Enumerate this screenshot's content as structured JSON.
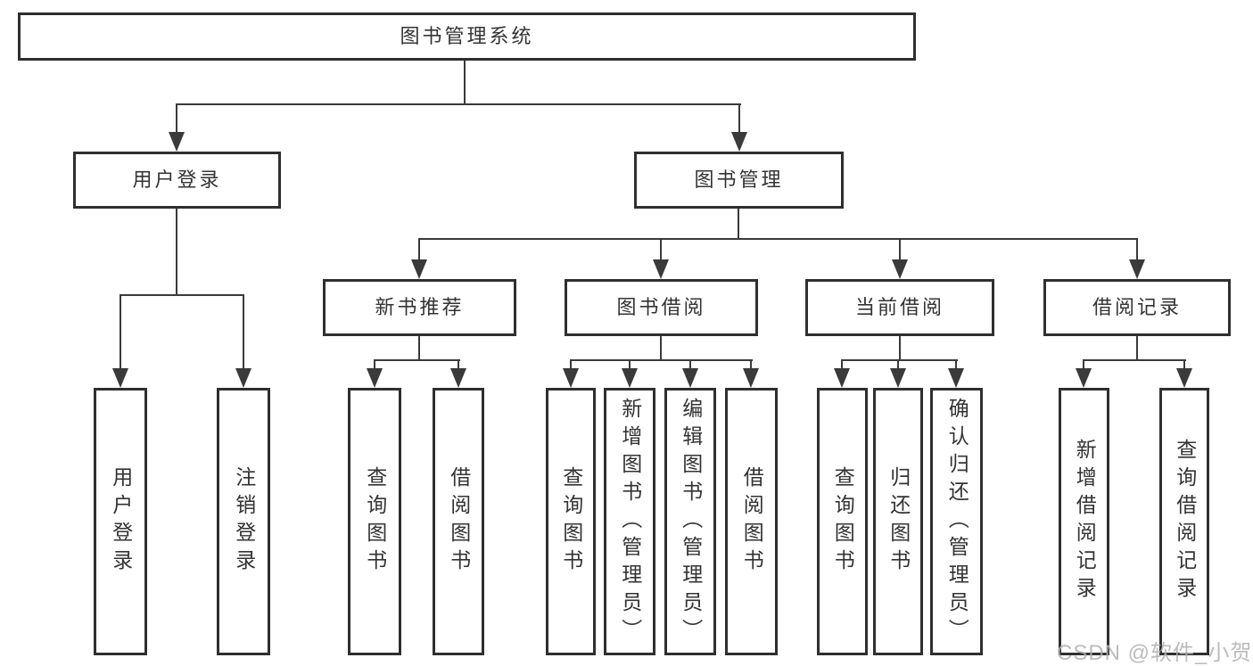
{
  "diagram": {
    "root": {
      "label": "图书管理系统"
    },
    "level2": [
      {
        "label": "用户登录"
      },
      {
        "label": "图书管理"
      }
    ],
    "level3": [
      {
        "label": "新书推荐"
      },
      {
        "label": "图书借阅"
      },
      {
        "label": "当前借阅"
      },
      {
        "label": "借阅记录"
      }
    ],
    "leaves": {
      "user_login": [
        "用户登录",
        "注销登录"
      ],
      "new_book": [
        "查询图书",
        "借阅图书"
      ],
      "borrow": [
        "查询图书",
        "新增图书（管理员）",
        "编辑图书（管理员）",
        "借阅图书"
      ],
      "current": [
        "查询图书",
        "归还图书",
        "确认归还（管理员）"
      ],
      "records": [
        "新增借阅记录",
        "查询借阅记录"
      ]
    }
  },
  "watermark": {
    "text": "CSDN @软件_小贺同学"
  },
  "colors": {
    "background": "#ffffff",
    "line": "#3a3a3a",
    "border": "#2f2f2f",
    "text": "#333333",
    "watermark": "#b0b0b0"
  }
}
